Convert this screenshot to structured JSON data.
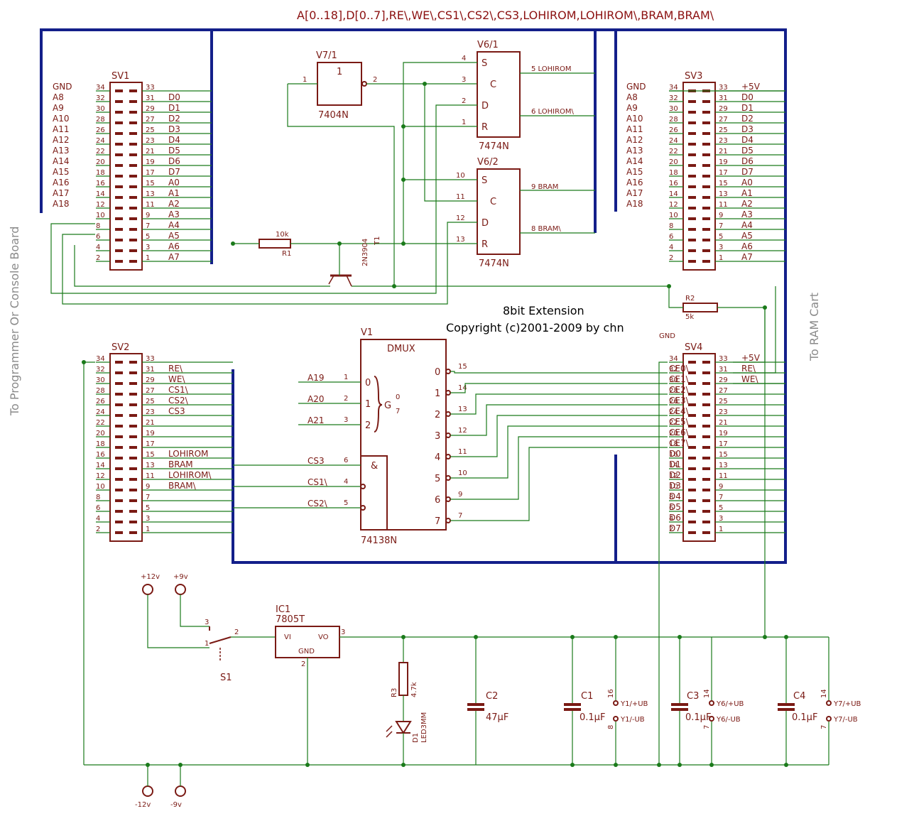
{
  "header": "A[0..18],D[0..7],RE\\,WE\\,CS1\\,CS2\\,CS3,LOHIROM,LOHIROM\\,BRAM,BRAM\\",
  "title_line1": "8bit Extension",
  "title_line2": "Copyright (c)2001-2009 by chn",
  "side_left": "To Programmer Or Console Board",
  "side_right": "To RAM Cart",
  "colors": {
    "wire": "#1a7a1a",
    "bus": "#131f8a",
    "part": "#7a1a14",
    "header": "#8b1010"
  },
  "connectors": {
    "sv1": {
      "name": "SV1",
      "left_labels": [
        "GND",
        "A8",
        "A9",
        "A10",
        "A11",
        "A12",
        "A13",
        "A14",
        "A15",
        "A16",
        "A17",
        "A18",
        "",
        "",
        "",
        "",
        ""
      ],
      "right_labels": [
        "",
        "D0",
        "D1",
        "D2",
        "D3",
        "D4",
        "D5",
        "D6",
        "D7",
        "A0",
        "A1",
        "A2",
        "A3",
        "A4",
        "A5",
        "A6",
        "A7"
      ]
    },
    "sv2": {
      "name": "SV2",
      "left_labels": [
        "",
        "",
        "",
        "",
        "",
        "",
        "",
        "",
        "",
        "",
        "",
        "",
        "",
        "",
        "",
        "",
        ""
      ],
      "right_labels": [
        "",
        "RE\\",
        "WE\\",
        "CS1\\",
        "CS2\\",
        "CS3",
        "",
        "",
        "",
        "LOHIROM",
        "BRAM",
        "LOHIROM\\",
        "BRAM\\",
        "",
        "",
        "",
        ""
      ]
    },
    "sv3": {
      "name": "SV3",
      "left_labels": [
        "GND",
        "A8",
        "A9",
        "A10",
        "A11",
        "A12",
        "A13",
        "A14",
        "A15",
        "A16",
        "A17",
        "A18",
        "",
        "",
        "",
        "",
        ""
      ],
      "right_labels": [
        "+5V",
        "D0",
        "D1",
        "D2",
        "D3",
        "D4",
        "D5",
        "D6",
        "D7",
        "A0",
        "A1",
        "A2",
        "A3",
        "A4",
        "A5",
        "A6",
        "A7"
      ]
    },
    "sv4": {
      "name": "SV4",
      "top_label": "GND",
      "left_labels": [
        "",
        "CE0\\",
        "CE1\\",
        "CE2\\",
        "CE3\\",
        "CE4\\",
        "CE5\\",
        "CE6\\",
        "CE7\\",
        "D0",
        "D1",
        "D2",
        "D3",
        "D4",
        "D5",
        "D6",
        "D7"
      ],
      "right_labels": [
        "+5V",
        "RE\\",
        "WE\\",
        "",
        "",
        "",
        "",
        "",
        "",
        "",
        "",
        "",
        "",
        "",
        "",
        "",
        ""
      ]
    }
  },
  "pins_even": [
    "34",
    "32",
    "30",
    "28",
    "26",
    "24",
    "22",
    "20",
    "18",
    "16",
    "14",
    "12",
    "10",
    "8",
    "6",
    "4",
    "2"
  ],
  "pins_odd": [
    "33",
    "31",
    "29",
    "27",
    "25",
    "23",
    "21",
    "19",
    "17",
    "15",
    "13",
    "11",
    "9",
    "7",
    "5",
    "3",
    "1"
  ],
  "v7": {
    "name": "V7/1",
    "symbol": "1",
    "part": "7404N",
    "pin_in": "1",
    "pin_out": "2"
  },
  "v6a": {
    "name": "V6/1",
    "part": "7474N",
    "pins": [
      "4",
      "3",
      "2",
      "1"
    ],
    "out1": "5 LOHIROM",
    "out2": "6 LOHIROM\\",
    "s": "S",
    "c": "C",
    "d": "D",
    "r": "R"
  },
  "v6b": {
    "name": "V6/2",
    "part": "7474N",
    "pins": [
      "10",
      "11",
      "12",
      "13"
    ],
    "out1": "9 BRAM",
    "out2": "8 BRAM\\",
    "s": "S",
    "c": "C",
    "d": "D",
    "r": "R"
  },
  "r1": {
    "name": "R1",
    "value": "10k"
  },
  "r2": {
    "name": "R2",
    "value": "5k"
  },
  "r3": {
    "name": "R3",
    "value": "4.7k"
  },
  "t1": {
    "name": "T1",
    "part": "2N3904"
  },
  "v1": {
    "name": "V1",
    "title": "DMUX",
    "part": "74138N",
    "amp": "&",
    "g": "G",
    "g_hi": "0",
    "g_lo": "7",
    "sel_labels": [
      "0",
      "1",
      "2"
    ],
    "sel_pins": [
      "1",
      "2",
      "3"
    ],
    "sel_nets": [
      "A19",
      "A20",
      "A21"
    ],
    "en_pins": [
      "6",
      "4",
      "5"
    ],
    "en_nets": [
      "CS3",
      "CS1\\",
      "CS2\\"
    ],
    "out_nums": [
      "0",
      "1",
      "2",
      "3",
      "4",
      "5",
      "6",
      "7"
    ],
    "out_pins": [
      "15",
      "14",
      "13",
      "12",
      "11",
      "10",
      "9",
      "7"
    ]
  },
  "ic1": {
    "name": "IC1",
    "part": "7805T",
    "vi": "VI",
    "vo": "VO",
    "gnd": "GND",
    "p1": "1",
    "p2": "2",
    "p3": "3"
  },
  "s1": {
    "name": "S1",
    "p1": "1",
    "p2": "2",
    "p3": "3"
  },
  "d1": {
    "name": "D1",
    "part": "LED3MM"
  },
  "c2": {
    "name": "C2",
    "value": "47µF"
  },
  "c1": {
    "name": "C1",
    "value": "0.1µF"
  },
  "c3": {
    "name": "C3",
    "value": "0.1µF"
  },
  "c4": {
    "name": "C4",
    "value": "0.1µF"
  },
  "pwr_y1": {
    "top": "Y1/+UB",
    "bot": "Y1/-UB",
    "ptop": "16",
    "pbot": "8"
  },
  "pwr_y6": {
    "top": "Y6/+UB",
    "bot": "Y6/-UB",
    "ptop": "14",
    "pbot": "7"
  },
  "pwr_y7": {
    "top": "Y7/+UB",
    "bot": "Y7/-UB",
    "ptop": "14",
    "pbot": "7"
  },
  "supply": {
    "p12": "+12v",
    "p9": "+9v",
    "m12": "-12v",
    "m9": "-9v"
  }
}
